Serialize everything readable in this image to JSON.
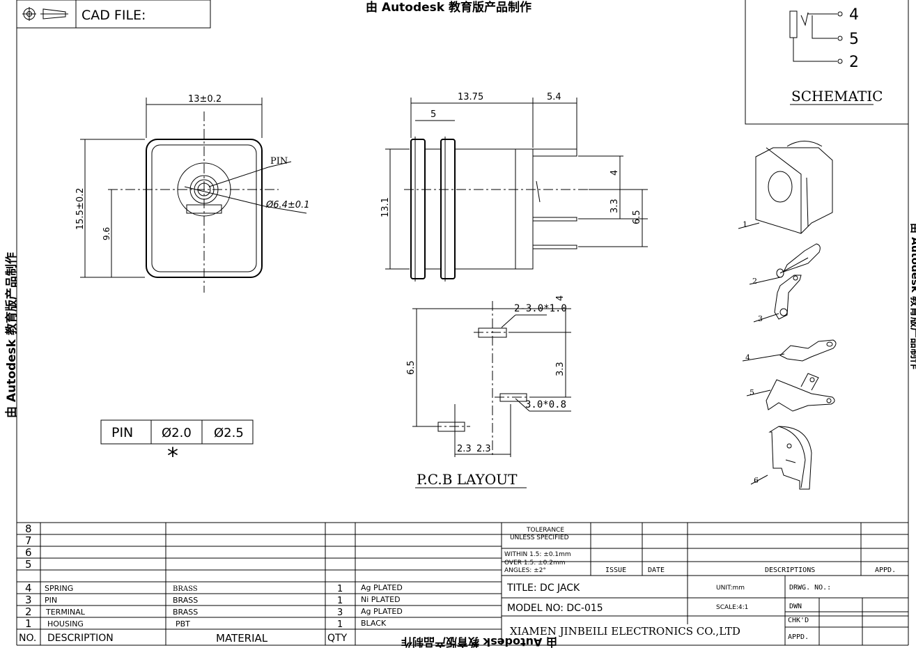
{
  "header": {
    "cad_label": "CAD FILE:",
    "watermark_top": "由 Autodesk 教育版产品制作",
    "watermark_left": "由 Autodesk 教育版产品制作",
    "watermark_right": "由 Autodesk 教育版产品制作",
    "watermark_bottom": "由 Autodesk 教育版产品制作"
  },
  "schematic": {
    "title": "SCHEMATIC",
    "pins": [
      "4",
      "5",
      "2"
    ]
  },
  "front_view": {
    "dim_width": "13±0.2",
    "dim_height": "15.5±0.2",
    "dim_center": "9.6",
    "pin_label": "PIN",
    "dim_diameter": "Ø6.4±0.1"
  },
  "side_view": {
    "dim_total": "13.75",
    "dim_tab": "5.4",
    "dim_front": "5",
    "dim_height": "13.1",
    "dim_a": "4",
    "dim_b": "3.3",
    "dim_c": "6.5"
  },
  "pin_table": {
    "label": "PIN",
    "d1": "Ø2.0",
    "d2": "Ø2.5",
    "mark": "*"
  },
  "pcb": {
    "title": "P.C.B LAYOUT",
    "slot_top": "2-3.0*1.0",
    "slot_bottom": "3.0*0.8",
    "dim_a": "4",
    "dim_b": "3.3",
    "dim_c": "6.5",
    "dim_x1": "2.3",
    "dim_x2": "2.3"
  },
  "exploded": {
    "labels": [
      "1",
      "2",
      "3",
      "4",
      "5",
      "6"
    ]
  },
  "bom": {
    "header": {
      "no": "NO.",
      "description": "DESCRIPTION",
      "material": "MATERIAL",
      "qty": "QTY"
    },
    "row_numbers": [
      "8",
      "7",
      "6",
      "5"
    ],
    "rows": [
      {
        "no": "4",
        "description": "SPRING",
        "material": "BRASS",
        "qty": "1",
        "finish": "Ag PLATED"
      },
      {
        "no": "3",
        "description": "PIN",
        "material": "BRASS",
        "qty": "1",
        "finish": "Ni PLATED"
      },
      {
        "no": "2",
        "description": "TERMINAL",
        "material": "BRASS",
        "qty": "3",
        "finish": "Ag PLATED"
      },
      {
        "no": "1",
        "description": "HOUSING",
        "material": "PBT",
        "qty": "1",
        "finish": "BLACK"
      }
    ]
  },
  "title_block": {
    "tolerance_1": "TOLERANCE",
    "tolerance_2": "UNLESS SPECIFIED",
    "within": "WITHIN 1.5: ±0.1mm",
    "over": "OVER 1.5:  ±0.2mm",
    "angles": "ANGLES: ±2°",
    "issue": "ISSUE",
    "date": "DATE",
    "descriptions": "DESCRIPTIONS",
    "appd": "APPD.",
    "title": "TITLE:  DC JACK",
    "model": "MODEL  NO: DC-015",
    "unit": "UNIT:mm",
    "scale": "SCALE:4:1",
    "drwg": "DRWG. NO.:",
    "dwn": "DWN",
    "chkd": "CHK'D",
    "appd2": "APPD.",
    "company": "XIAMEN JINBEILI ELECTRONICS CO.,LTD"
  }
}
